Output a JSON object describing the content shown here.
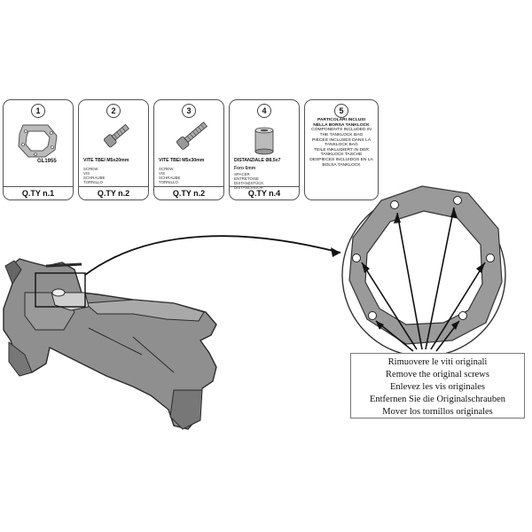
{
  "parts": [
    {
      "number": "1",
      "label": "GL1955",
      "title": "",
      "lines": [],
      "qty": "Q.TY n.1"
    },
    {
      "number": "2",
      "label": "",
      "title": "VITE TBEI M5x20mm",
      "lines": [
        "SCREW",
        "VIS",
        "SCHRAUBE",
        "TORNILLO"
      ],
      "qty": "Q.TY n.2"
    },
    {
      "number": "3",
      "label": "",
      "title": "VITE TBEI M5x30mm",
      "lines": [
        "SCREW",
        "VIS",
        "SCHRAUBE",
        "TORNILLO"
      ],
      "qty": "Q.TY n.2"
    },
    {
      "number": "4",
      "label": "",
      "title": "DISTANZIALE Ø8,5x7",
      "lines": [
        "Foro 6mm",
        "SPACER",
        "ENTRETOISE",
        "DISTANZSTÜCK",
        "DISTANCIADOR"
      ],
      "qty": "Q.TY n.4"
    },
    {
      "number": "5",
      "label": "",
      "title": "",
      "lines": [
        "PARTICOLARI INCLUSI",
        "NELLA BORSA TANKLOCK",
        "COMPONENTS INCLUDED IN",
        "THE TANKLOCK BAG",
        "PIÈCES INCLUSES DANS LA",
        "TANKLOCK BAG",
        "TEILE INKLUDIERT IN DER",
        "TANKLOCK TASCHE",
        "DESPIECES INCLUIDOS EN LA",
        "BOLSA TANKLOCK"
      ],
      "qty": ""
    }
  ],
  "note": {
    "lines": [
      "Rimuovere le viti originali",
      "Remove the original screws",
      "Enlevez  les vis originales",
      "Entfernen Sie die Originalschrauben",
      "Mover los tornillos originales"
    ]
  }
}
